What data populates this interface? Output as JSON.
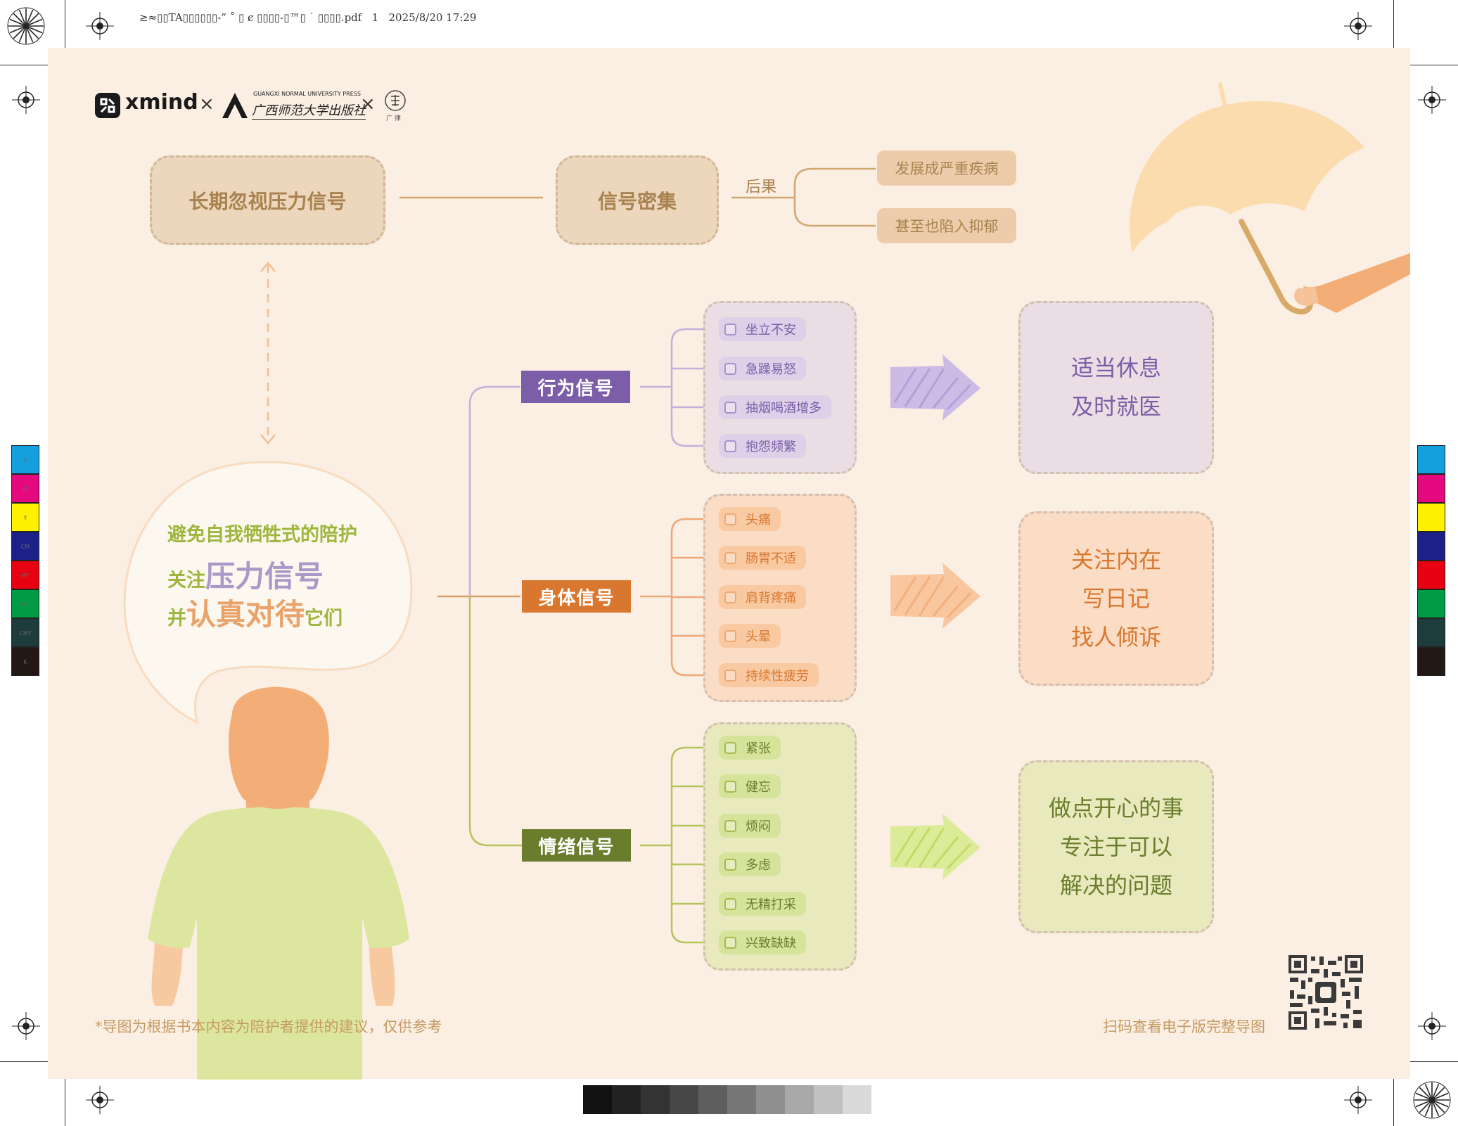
{
  "print_header": {
    "filename": "≥≈▯▯TA▯▯▯▯▯▯-” ˚ ▯ ȼ ▯▯▯▯-▯™▯ ˙ ▯▯▯▯.pdf",
    "page": "1",
    "datetime": "2025/8/20   17:29"
  },
  "logos": {
    "xmind": "xmind",
    "times1": "×",
    "press_en": "GUANGXI NORMAL UNIVERSITY PRESS",
    "press_cn": "广西师范大学出版社",
    "times2": "×",
    "seal_caption": "广 律"
  },
  "color_bar_labels": [
    "C",
    "M",
    "Y",
    "CM",
    "MY",
    "CY",
    "CMY",
    "K"
  ],
  "top_flow": {
    "node1": "长期忽视压力信号",
    "node2": "信号密集",
    "edge_label": "后果",
    "consequences": [
      "发展成严重疾病",
      "甚至也陷入抑郁"
    ]
  },
  "speech_bubble": {
    "line1": "避免自我牺牲式的陪护",
    "line2_prefix": "关注",
    "line2_emph": "压力信号",
    "line3_prefix": "并",
    "line3_emph": "认真对待",
    "line3_suffix": "它们"
  },
  "categories": [
    {
      "label": "行为信号",
      "items": [
        "坐立不安",
        "急躁易怒",
        "抽烟喝酒增多",
        "抱怨频繁"
      ],
      "result": [
        "适当休息",
        "及时就医"
      ]
    },
    {
      "label": "身体信号",
      "items": [
        "头痛",
        "肠胃不适",
        "肩背疼痛",
        "头晕",
        "持续性疲劳"
      ],
      "result": [
        "关注内在",
        "写日记",
        "找人倾诉"
      ]
    },
    {
      "label": "情绪信号",
      "items": [
        "紧张",
        "健忘",
        "烦闷",
        "多虑",
        "无精打采",
        "兴致缺缺"
      ],
      "result": [
        "做点开心的事",
        "专注于可以",
        "解决的问题"
      ]
    }
  ],
  "footnote": "*导图为根据书本内容为陪护者提供的建议，仅供参考",
  "qr_caption": "扫码查看电子版完整导图",
  "colors": {
    "background": "#fbeee3",
    "behavior": "#7b5ea7",
    "body": "#d9772e",
    "emotion": "#6a7d2c",
    "tan": "#a9834f"
  }
}
